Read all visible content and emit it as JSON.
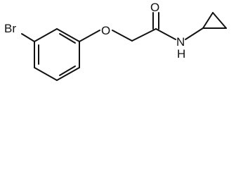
{
  "molecule": {
    "atoms": {
      "bromine": "Br",
      "ether_oxygen": "O",
      "carbonyl_oxygen": "O",
      "amide_nitrogen": "N",
      "amide_hydrogen": "H"
    }
  }
}
